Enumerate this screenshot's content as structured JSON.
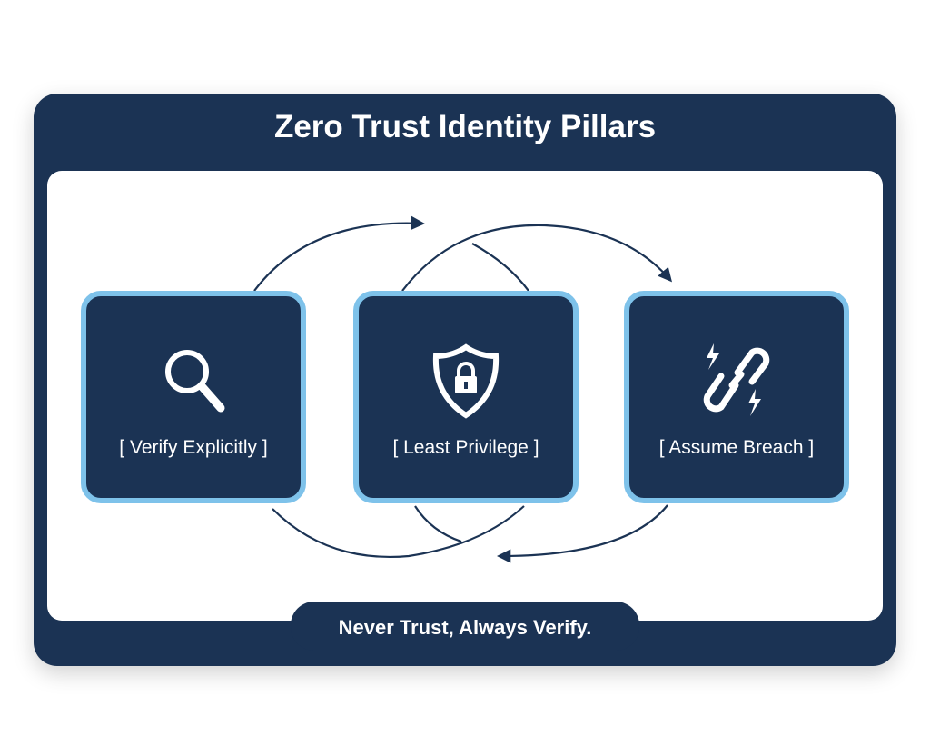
{
  "title": "Zero Trust Identity Pillars",
  "pillars": [
    {
      "label": "[ Verify Explicitly ]",
      "icon": "magnifier-icon"
    },
    {
      "label": "[ Least Privilege ]",
      "icon": "shield-lock-icon"
    },
    {
      "label": "[ Assume Breach ]",
      "icon": "broken-chain-icon"
    }
  ],
  "footer": "Never Trust, Always Verify.",
  "colors": {
    "navy": "#1b3354",
    "accent": "#7ec2ea"
  }
}
